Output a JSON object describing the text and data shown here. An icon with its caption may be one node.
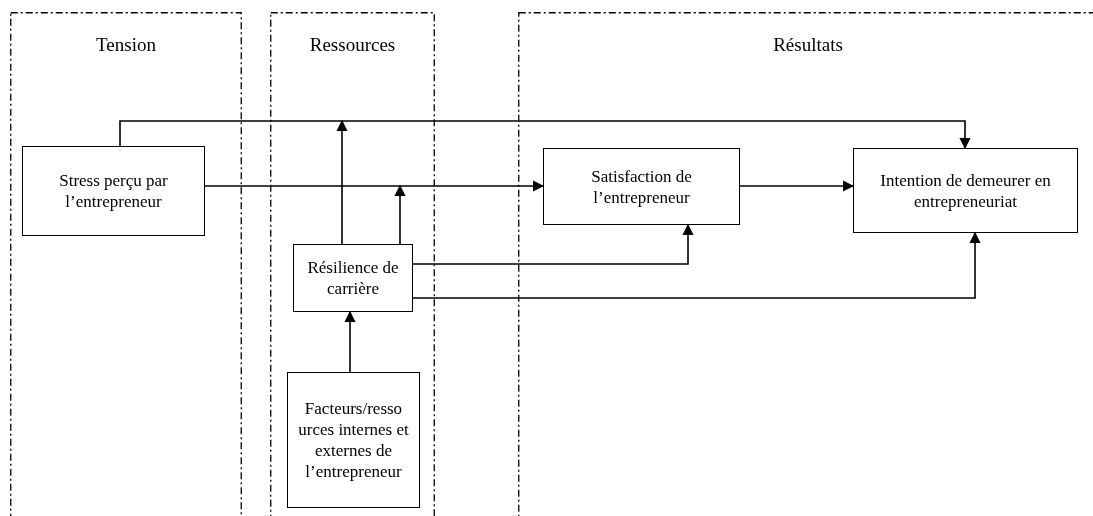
{
  "diagram": {
    "nodes": [
      {
        "text": [
          "Tension"
        ]
      },
      {
        "text": [
          "Ressources"
        ]
      },
      {
        "text": [
          "Résultats"
        ]
      },
      {
        "text": [
          "Stress perçu par l’entrepreneur"
        ],
        "in": 0
      },
      {
        "text": [
          "Résilience de carrière"
        ],
        "in": 1
      },
      {
        "text": [
          "Facteurs/resso urces internes et externes de l’entrepreneur"
        ],
        "in": 1
      },
      {
        "text": [
          "Satisfaction de l’entrepreneur"
        ],
        "in": 2
      },
      {
        "text": [
          "Intention de demeurer en entrepreneuriat"
        ],
        "in": 2
      }
    ],
    "edges": [
      {
        "from": 3,
        "to": 7,
        "arrow": "to"
      },
      {
        "from": 3,
        "to": 6,
        "arrow": "to"
      },
      {
        "from": 4,
        "to": null,
        "arrow": "to"
      },
      {
        "from": 4,
        "to": null,
        "arrow": "to"
      },
      {
        "from": 4,
        "to": 6,
        "arrow": "to"
      },
      {
        "from": 4,
        "to": 7,
        "arrow": "to"
      },
      {
        "from": 6,
        "to": 7,
        "arrow": "to"
      },
      {
        "from": 5,
        "to": 4,
        "arrow": "to"
      }
    ]
  }
}
